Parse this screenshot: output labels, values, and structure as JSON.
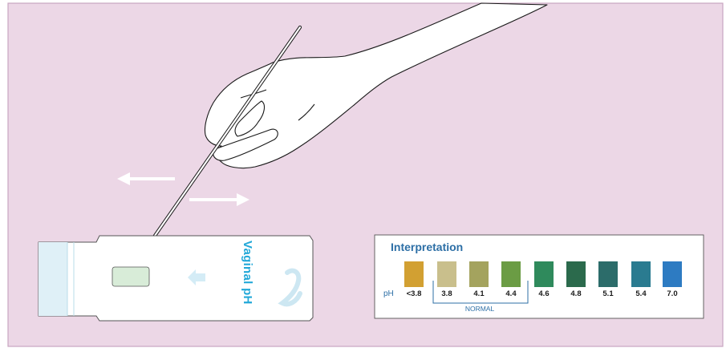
{
  "colors": {
    "background": "#ecd7e6",
    "border": "#c9a5c0",
    "card": "#ffffff",
    "card_text": "#22a8d8",
    "accent_blue": "#2d6fa6"
  },
  "test_card": {
    "label": "Vaginal pH"
  },
  "interpretation": {
    "title": "Interpretation",
    "ph_prefix": "pH",
    "normal_label": "NORMAL",
    "swatches": [
      {
        "value": "<3.8",
        "color": "#d2a032",
        "normal": false
      },
      {
        "value": "3.8",
        "color": "#c9bf8c",
        "normal": true
      },
      {
        "value": "4.1",
        "color": "#a4a35e",
        "normal": true
      },
      {
        "value": "4.4",
        "color": "#6b9c44",
        "normal": true
      },
      {
        "value": "4.6",
        "color": "#2f8a5c",
        "normal": false
      },
      {
        "value": "4.8",
        "color": "#2b6a4c",
        "normal": false
      },
      {
        "value": "5.1",
        "color": "#2c6c6a",
        "normal": false
      },
      {
        "value": "5.4",
        "color": "#2a7b90",
        "normal": false
      },
      {
        "value": "7.0",
        "color": "#2d7bc2",
        "normal": false
      }
    ]
  },
  "icons": [
    "hand-icon",
    "swab-icon",
    "arrow-left-icon",
    "arrow-right-icon",
    "test-card-icon"
  ]
}
